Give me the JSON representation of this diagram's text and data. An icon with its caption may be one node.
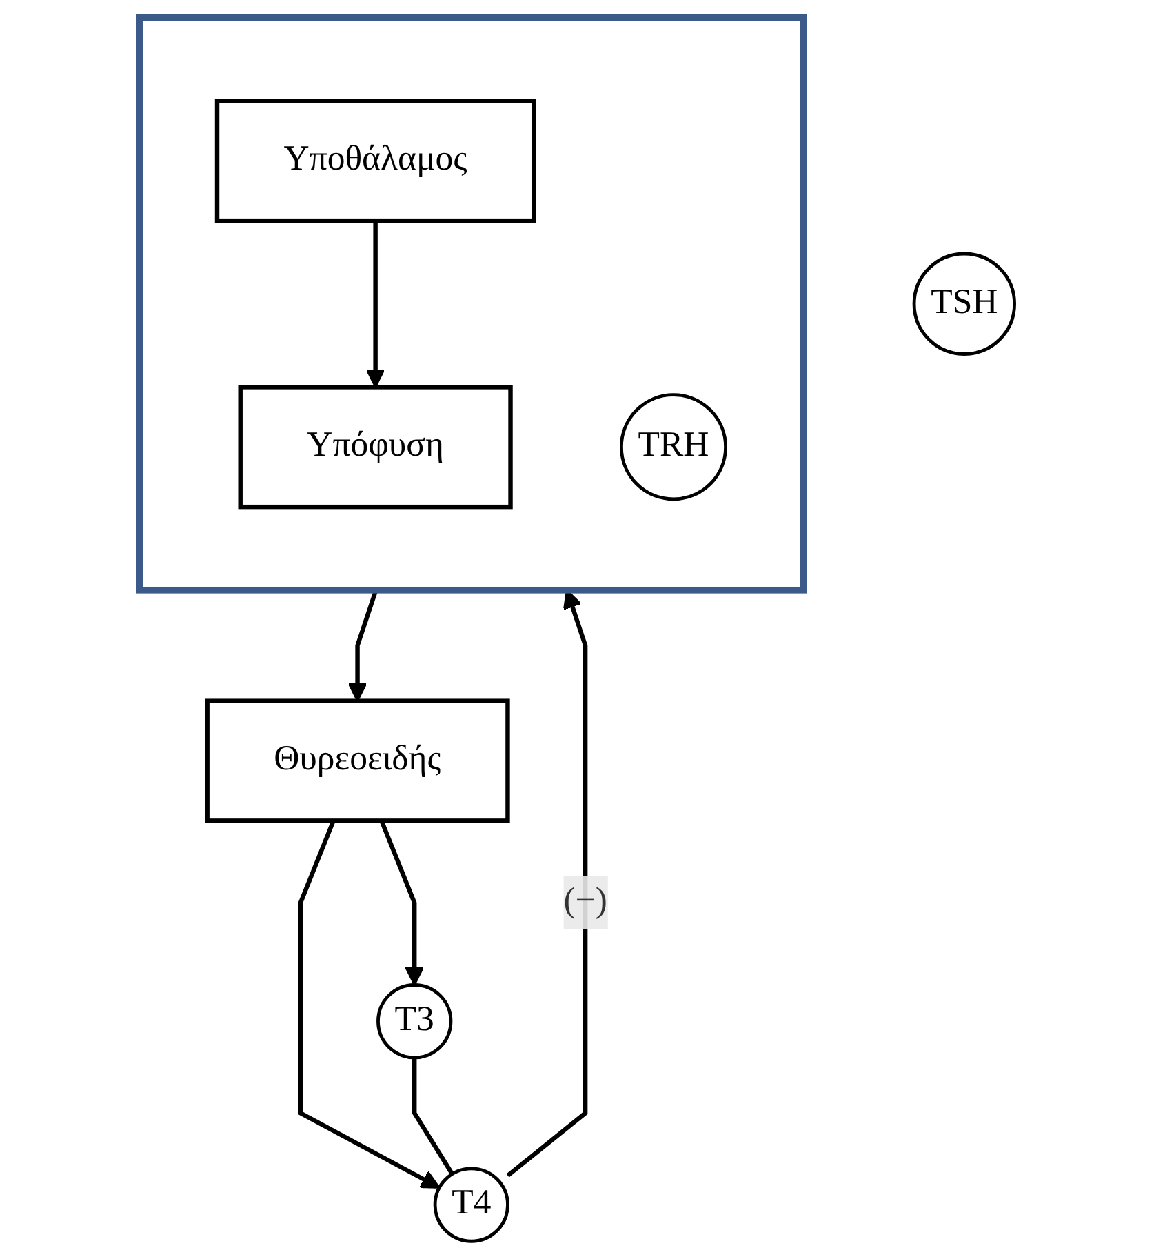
{
  "diagram": {
    "nodes": [
      {
        "text": [],
        "shape": "box"
      },
      {
        "text": [
          "Υποθάλαμος"
        ],
        "in": 0
      },
      {
        "text": [
          "TRH"
        ],
        "in": 0
      },
      {
        "text": [
          "Υπόφυση"
        ],
        "in": 0
      },
      {
        "text": [
          "TSH"
        ]
      },
      {
        "text": [
          "Θυρεοειδής"
        ]
      },
      {
        "text": [
          "T3"
        ]
      },
      {
        "text": [
          "T4"
        ]
      }
    ],
    "edges": [
      {
        "from": 1,
        "to": 3,
        "arrow": "to"
      },
      {
        "from": 0,
        "to": 5,
        "arrow": "to"
      },
      {
        "from": 5,
        "to": 6,
        "arrow": "to"
      },
      {
        "from": 5,
        "to": 7,
        "arrow": "to"
      },
      {
        "from": 6,
        "to": 7,
        "arrow": "none"
      },
      {
        "from": 7,
        "to": 0,
        "arrow": "to",
        "label": "(−)"
      }
    ]
  }
}
